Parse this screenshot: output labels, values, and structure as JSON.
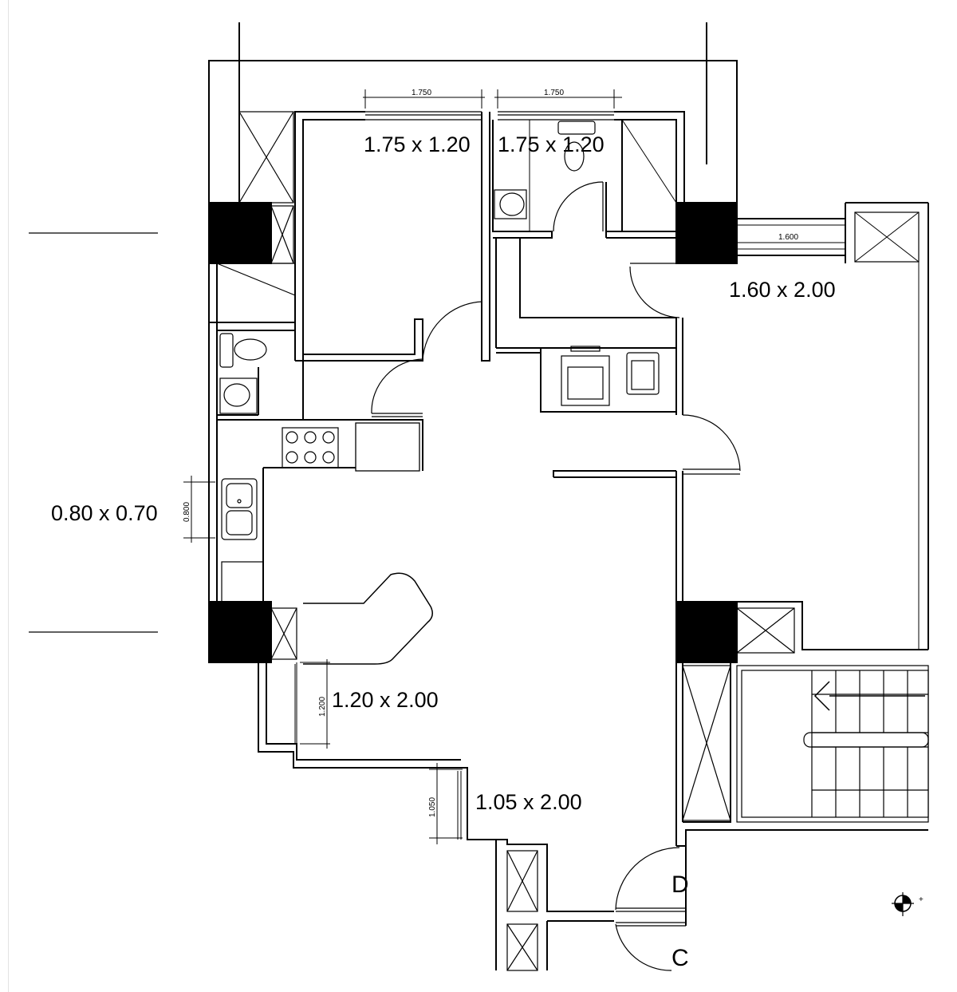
{
  "plan": {
    "windows": {
      "bedroom_window": "1.75 x 1.20",
      "bath_window": "1.75 x 1.20",
      "balcony_door": "1.60 x 2.00",
      "kitchen_window": "0.80 x 0.70",
      "laundry_door": "1.20 x 2.00",
      "entry_window": "1.05 x 2.00"
    },
    "dimensions": {
      "dim_top_left": "1.750",
      "dim_top_right": "1.750",
      "dim_balcony": "1.600",
      "dim_kitchen_vertical": "0.800",
      "dim_laundry_vertical": "1.200",
      "dim_entry_vertical": "1.050"
    },
    "grid_marks": {
      "upper": "D",
      "lower": "C"
    },
    "north_mark": "+"
  },
  "colors": {
    "line": "#000000",
    "column_fill": "#000000",
    "background": "#ffffff"
  },
  "icons": [
    "toilet-icon",
    "sink-icon",
    "stove-icon",
    "double-sink-icon",
    "washer-icon",
    "north-arrow-icon",
    "stair-arrow-icon"
  ]
}
